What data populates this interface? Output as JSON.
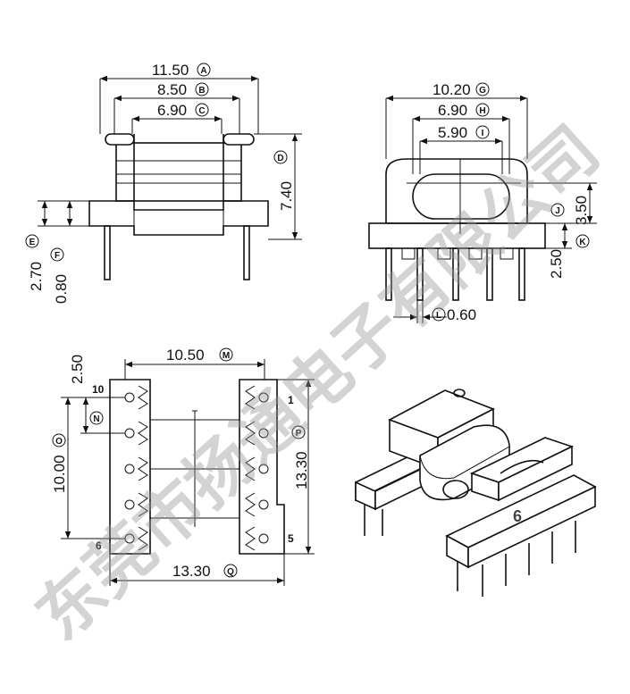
{
  "front_view": {
    "dim_a": {
      "value": "11.50",
      "tag": "A"
    },
    "dim_b": {
      "value": "8.50",
      "tag": "B"
    },
    "dim_c": {
      "value": "6.90",
      "tag": "C"
    },
    "dim_d": {
      "value": "7.40",
      "tag": "D"
    },
    "dim_e": {
      "value": "2.70",
      "tag": "E"
    },
    "dim_f": {
      "value": "0.80",
      "tag": "F"
    }
  },
  "side_view": {
    "dim_g": {
      "value": "10.20",
      "tag": "G"
    },
    "dim_h": {
      "value": "6.90",
      "tag": "H"
    },
    "dim_i": {
      "value": "5.90",
      "tag": "I"
    },
    "dim_j": {
      "value": "3.50",
      "tag": "J"
    },
    "dim_k": {
      "value": "2.50",
      "tag": "K"
    },
    "dim_l": {
      "value": "0.60",
      "tag": "L"
    }
  },
  "bottom_view": {
    "dim_m": {
      "value": "10.50",
      "tag": "M"
    },
    "dim_n": {
      "value": "2.50",
      "tag": "N"
    },
    "dim_o": {
      "value": "10.00",
      "tag": "O"
    },
    "dim_p": {
      "value": "13.30",
      "tag": "P"
    },
    "dim_q": {
      "value": "13.30",
      "tag": "Q"
    },
    "pin_labels": {
      "p10": "10",
      "p1": "1",
      "p6": "6",
      "p5": "5"
    }
  },
  "iso_view": {
    "pin_label": "6"
  },
  "watermark": "东莞市扬通电子有限公司"
}
